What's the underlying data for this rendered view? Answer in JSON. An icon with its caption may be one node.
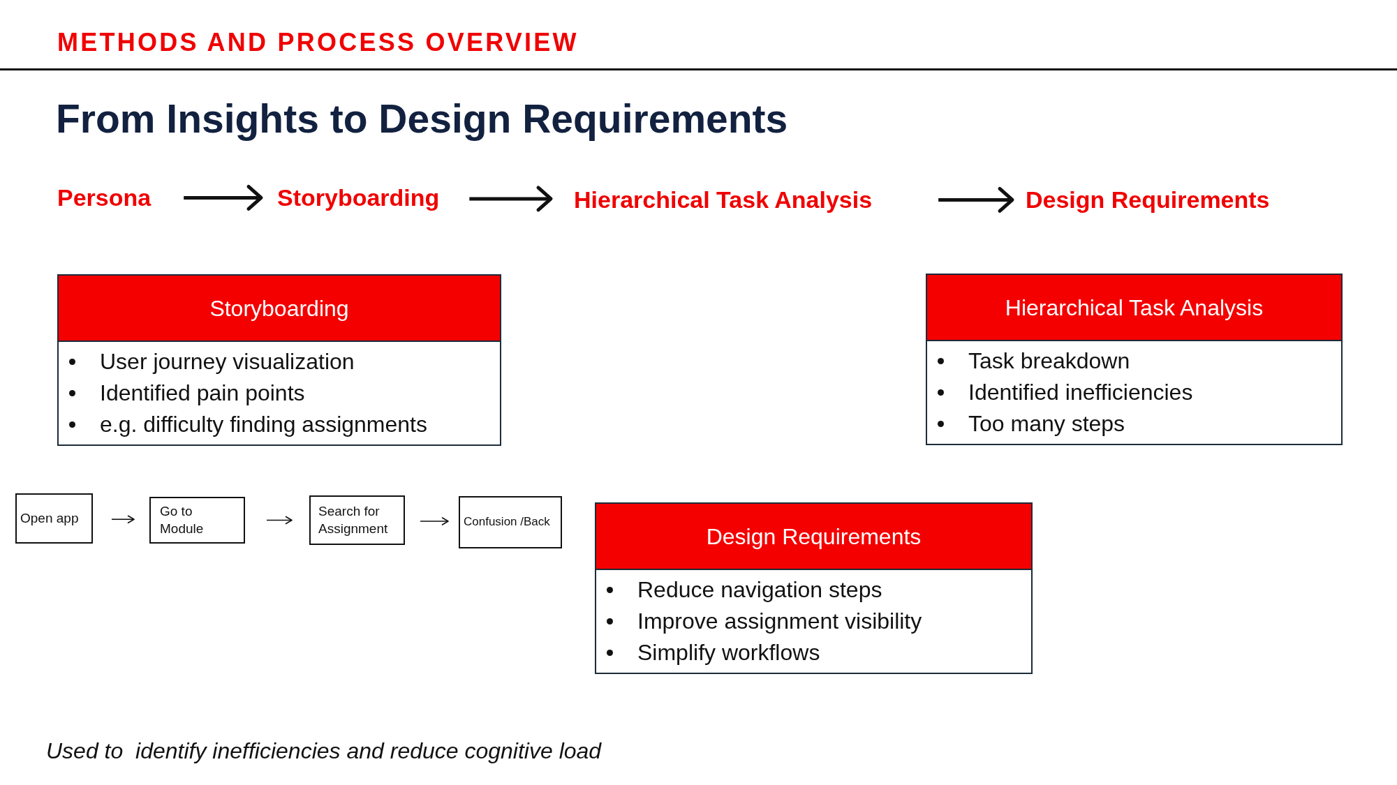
{
  "diagram": {
    "title": "From Insights to Design Requirements",
    "caption": "Used to  identify inefficiencies and reduce cognitive load",
    "nodes": [
      {
        "text": [
          "Persona"
        ]
      },
      {
        "text": [
          "Storyboarding"
        ]
      },
      {
        "text": [
          "Hierarchical Task Analysis"
        ]
      },
      {
        "text": [
          "Design Requirements"
        ]
      },
      {
        "text": [
          "Storyboarding",
          "User journey visualization",
          "Identified pain points",
          "e.g. difficulty finding assignments"
        ]
      },
      {
        "text": [
          "Hierarchical Task Analysis",
          "Task breakdown",
          "Identified inefficiencies",
          "Too many steps"
        ]
      },
      {
        "text": [
          "Open app"
        ]
      },
      {
        "text": [
          "Go to Module"
        ]
      },
      {
        "text": [
          "Search for Assignment"
        ]
      },
      {
        "text": [
          "Confusion /Back"
        ]
      },
      {
        "text": [
          "Design Requirements",
          "Reduce navigation steps",
          "Improve assignment visibility",
          "Simplify workflows"
        ]
      }
    ],
    "edges": [
      {
        "from": 0,
        "to": 1,
        "arrow": "to",
        "style": "thick"
      },
      {
        "from": 1,
        "to": 2,
        "arrow": "to",
        "style": "thick"
      },
      {
        "from": 2,
        "to": 3,
        "arrow": "to",
        "style": "thick"
      },
      {
        "from": 6,
        "to": 7,
        "arrow": "to"
      },
      {
        "from": 7,
        "to": 8,
        "arrow": "to"
      },
      {
        "from": 8,
        "to": 9,
        "arrow": "to"
      }
    ],
    "labels": [
      "METHODS AND PROCESS OVERVIEW"
    ]
  }
}
